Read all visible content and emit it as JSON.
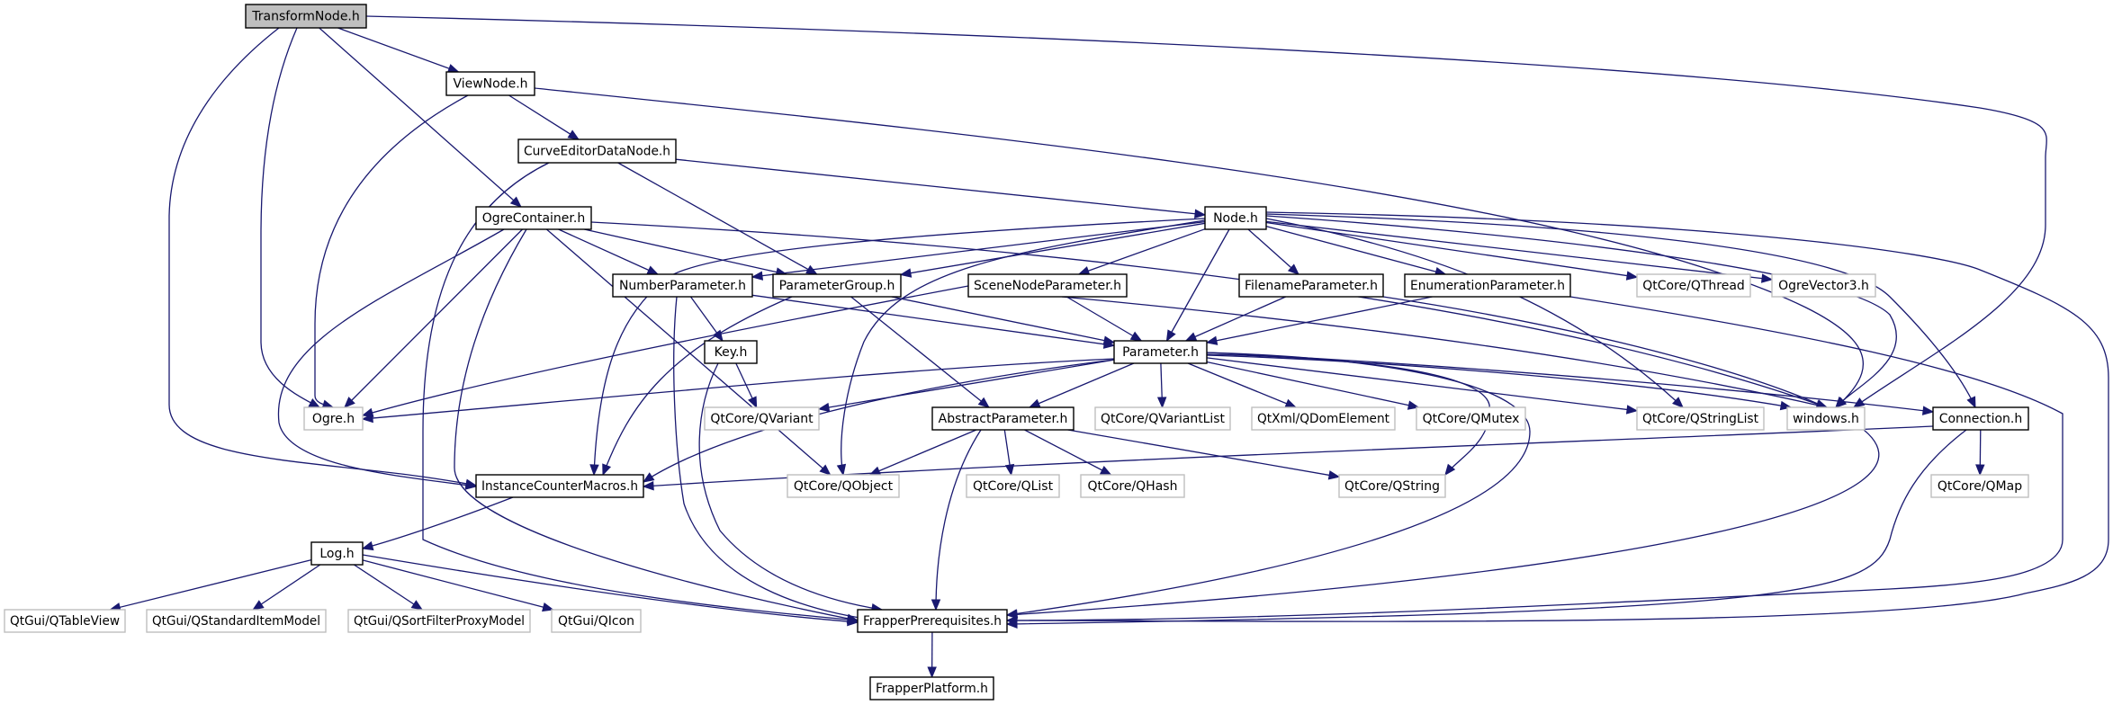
{
  "diagram": {
    "title": "TransformNode.h include dependency graph",
    "colors": {
      "edge": "#191970",
      "root_fill": "#bfbfbf",
      "internal_border": "#000000",
      "external_border": "#bfbfbf"
    },
    "nodes": [
      {
        "id": "TransformNode",
        "label": "TransformNode.h",
        "kind": "root"
      },
      {
        "id": "ViewNode",
        "label": "ViewNode.h",
        "kind": "internal"
      },
      {
        "id": "CurveEditorDataNode",
        "label": "CurveEditorDataNode.h",
        "kind": "internal"
      },
      {
        "id": "OgreContainer",
        "label": "OgreContainer.h",
        "kind": "internal"
      },
      {
        "id": "Node",
        "label": "Node.h",
        "kind": "internal"
      },
      {
        "id": "NumberParameter",
        "label": "NumberParameter.h",
        "kind": "internal"
      },
      {
        "id": "ParameterGroup",
        "label": "ParameterGroup.h",
        "kind": "internal"
      },
      {
        "id": "SceneNodeParameter",
        "label": "SceneNodeParameter.h",
        "kind": "internal"
      },
      {
        "id": "FilenameParameter",
        "label": "FilenameParameter.h",
        "kind": "internal"
      },
      {
        "id": "EnumerationParameter",
        "label": "EnumerationParameter.h",
        "kind": "internal"
      },
      {
        "id": "QThread",
        "label": "QtCore/QThread",
        "kind": "external"
      },
      {
        "id": "OgreVector3",
        "label": "OgreVector3.h",
        "kind": "external"
      },
      {
        "id": "Key",
        "label": "Key.h",
        "kind": "internal"
      },
      {
        "id": "Parameter",
        "label": "Parameter.h",
        "kind": "internal"
      },
      {
        "id": "Ogre",
        "label": "Ogre.h",
        "kind": "external"
      },
      {
        "id": "QVariant",
        "label": "QtCore/QVariant",
        "kind": "external"
      },
      {
        "id": "AbstractParameter",
        "label": "AbstractParameter.h",
        "kind": "internal"
      },
      {
        "id": "QVariantList",
        "label": "QtCore/QVariantList",
        "kind": "external"
      },
      {
        "id": "QDomElement",
        "label": "QtXml/QDomElement",
        "kind": "external"
      },
      {
        "id": "QMutex",
        "label": "QtCore/QMutex",
        "kind": "external"
      },
      {
        "id": "QStringList",
        "label": "QtCore/QStringList",
        "kind": "external"
      },
      {
        "id": "windows",
        "label": "windows.h",
        "kind": "external"
      },
      {
        "id": "Connection",
        "label": "Connection.h",
        "kind": "internal"
      },
      {
        "id": "InstanceCounterMacros",
        "label": "InstanceCounterMacros.h",
        "kind": "internal"
      },
      {
        "id": "QObject",
        "label": "QtCore/QObject",
        "kind": "external"
      },
      {
        "id": "QList",
        "label": "QtCore/QList",
        "kind": "external"
      },
      {
        "id": "QHash",
        "label": "QtCore/QHash",
        "kind": "external"
      },
      {
        "id": "QString",
        "label": "QtCore/QString",
        "kind": "external"
      },
      {
        "id": "QMap",
        "label": "QtCore/QMap",
        "kind": "external"
      },
      {
        "id": "Log",
        "label": "Log.h",
        "kind": "internal"
      },
      {
        "id": "QTableView",
        "label": "QtGui/QTableView",
        "kind": "external"
      },
      {
        "id": "QStandardItemModel",
        "label": "QtGui/QStandardItemModel",
        "kind": "external"
      },
      {
        "id": "QSortFilterProxyModel",
        "label": "QtGui/QSortFilterProxyModel",
        "kind": "external"
      },
      {
        "id": "QIcon",
        "label": "QtGui/QIcon",
        "kind": "external"
      },
      {
        "id": "FrapperPrerequisites",
        "label": "FrapperPrerequisites.h",
        "kind": "internal"
      },
      {
        "id": "FrapperPlatform",
        "label": "FrapperPlatform.h",
        "kind": "internal"
      }
    ],
    "edges": [
      [
        "TransformNode",
        "ViewNode"
      ],
      [
        "TransformNode",
        "OgreContainer"
      ],
      [
        "TransformNode",
        "Ogre"
      ],
      [
        "TransformNode",
        "InstanceCounterMacros"
      ],
      [
        "TransformNode",
        "windows"
      ],
      [
        "ViewNode",
        "CurveEditorDataNode"
      ],
      [
        "ViewNode",
        "Ogre"
      ],
      [
        "ViewNode",
        "windows"
      ],
      [
        "CurveEditorDataNode",
        "Node"
      ],
      [
        "CurveEditorDataNode",
        "ParameterGroup"
      ],
      [
        "CurveEditorDataNode",
        "FrapperPrerequisites"
      ],
      [
        "OgreContainer",
        "NumberParameter"
      ],
      [
        "OgreContainer",
        "ParameterGroup"
      ],
      [
        "OgreContainer",
        "Ogre"
      ],
      [
        "OgreContainer",
        "InstanceCounterMacros"
      ],
      [
        "OgreContainer",
        "QObject"
      ],
      [
        "OgreContainer",
        "FrapperPrerequisites"
      ],
      [
        "OgreContainer",
        "windows"
      ],
      [
        "Node",
        "NumberParameter"
      ],
      [
        "Node",
        "ParameterGroup"
      ],
      [
        "Node",
        "SceneNodeParameter"
      ],
      [
        "Node",
        "FilenameParameter"
      ],
      [
        "Node",
        "EnumerationParameter"
      ],
      [
        "Node",
        "QThread"
      ],
      [
        "Node",
        "OgreVector3"
      ],
      [
        "Node",
        "Parameter"
      ],
      [
        "Node",
        "InstanceCounterMacros"
      ],
      [
        "Node",
        "QObject"
      ],
      [
        "Node",
        "QStringList"
      ],
      [
        "Node",
        "windows"
      ],
      [
        "Node",
        "Connection"
      ],
      [
        "Node",
        "FrapperPrerequisites"
      ],
      [
        "NumberParameter",
        "Key"
      ],
      [
        "NumberParameter",
        "Parameter"
      ],
      [
        "NumberParameter",
        "FrapperPrerequisites"
      ],
      [
        "ParameterGroup",
        "Parameter"
      ],
      [
        "ParameterGroup",
        "AbstractParameter"
      ],
      [
        "ParameterGroup",
        "InstanceCounterMacros"
      ],
      [
        "SceneNodeParameter",
        "Parameter"
      ],
      [
        "SceneNodeParameter",
        "Ogre"
      ],
      [
        "SceneNodeParameter",
        "windows"
      ],
      [
        "FilenameParameter",
        "Parameter"
      ],
      [
        "FilenameParameter",
        "FrapperPrerequisites"
      ],
      [
        "EnumerationParameter",
        "Parameter"
      ],
      [
        "EnumerationParameter",
        "FrapperPrerequisites"
      ],
      [
        "Key",
        "QVariant"
      ],
      [
        "Key",
        "FrapperPrerequisites"
      ],
      [
        "Parameter",
        "Ogre"
      ],
      [
        "Parameter",
        "QVariant"
      ],
      [
        "Parameter",
        "AbstractParameter"
      ],
      [
        "Parameter",
        "QVariantList"
      ],
      [
        "Parameter",
        "QDomElement"
      ],
      [
        "Parameter",
        "QMutex"
      ],
      [
        "Parameter",
        "QStringList"
      ],
      [
        "Parameter",
        "windows"
      ],
      [
        "Parameter",
        "Connection"
      ],
      [
        "Parameter",
        "QString"
      ],
      [
        "Parameter",
        "InstanceCounterMacros"
      ],
      [
        "Parameter",
        "FrapperPrerequisites"
      ],
      [
        "AbstractParameter",
        "QObject"
      ],
      [
        "AbstractParameter",
        "QList"
      ],
      [
        "AbstractParameter",
        "QHash"
      ],
      [
        "AbstractParameter",
        "QString"
      ],
      [
        "AbstractParameter",
        "FrapperPrerequisites"
      ],
      [
        "Connection",
        "QMap"
      ],
      [
        "Connection",
        "InstanceCounterMacros"
      ],
      [
        "Connection",
        "FrapperPrerequisites"
      ],
      [
        "InstanceCounterMacros",
        "Log"
      ],
      [
        "Log",
        "QTableView"
      ],
      [
        "Log",
        "QStandardItemModel"
      ],
      [
        "Log",
        "QSortFilterProxyModel"
      ],
      [
        "Log",
        "QIcon"
      ],
      [
        "Log",
        "FrapperPrerequisites"
      ],
      [
        "FrapperPrerequisites",
        "FrapperPlatform"
      ]
    ]
  }
}
